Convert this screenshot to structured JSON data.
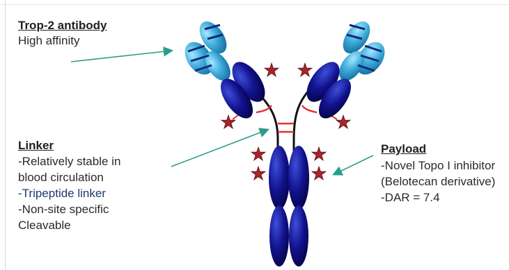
{
  "antibody": {
    "title": "Trop-2 antibody",
    "line1": "High affinity"
  },
  "linker": {
    "title": "Linker",
    "line1": "-Relatively stable in",
    "line2": "blood  circulation",
    "line3": "-Tripeptide linker",
    "line4": "-Non-site specific",
    "line5": "Cleavable"
  },
  "payload": {
    "title": "Payload",
    "line1": "-Novel Topo I inhibitor",
    "line2": "(Belotecan derivative)",
    "line3": "-DAR = 7.4"
  },
  "colors": {
    "heavy_chain": "#12128f",
    "light_chain": "#3aa8d8",
    "payload_star": "#a8242c",
    "linker": "#e03030",
    "arrow": "#2a9c8c"
  }
}
